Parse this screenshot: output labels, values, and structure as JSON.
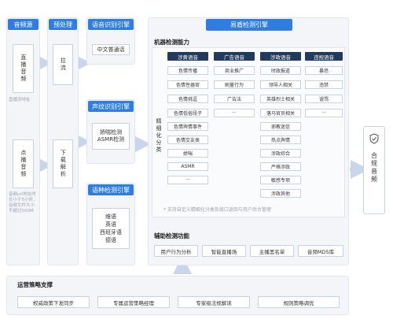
{
  "audio_source": {
    "header": "音频源",
    "live": "直播音频",
    "live_note": "直播流地址",
    "vod": "点播音频",
    "vod_note": "音频url地址时长小于5小时，音频文件大小不超过500M"
  },
  "preprocess": {
    "header": "预处理",
    "pull": "拉流",
    "download": "下载解析"
  },
  "speech_engine": {
    "header": "语音识别引擎",
    "item": "中文普通话"
  },
  "voiceprint_engine": {
    "header": "声纹识别引擎",
    "items": [
      "娇喘检测",
      "ASMR检测"
    ]
  },
  "language_engine": {
    "header": "语种检测引擎",
    "items": [
      "维语",
      "英语",
      "西班牙语",
      "德语"
    ]
  },
  "yidun": {
    "header": "易盾检测引擎",
    "model_title": "机器检测能力",
    "fine_label": "精细化分类",
    "columns": [
      {
        "title": "涉黄语音",
        "items": [
          "色情传播",
          "色情性器官",
          "色情挑逗",
          "色情低俗段子",
          "色情舆情事件",
          "色情交友类",
          "娇喘",
          "ASMR",
          "···"
        ]
      },
      {
        "title": "广告语音",
        "items": [
          "商业推广",
          "刷量行为",
          "广告法",
          "···"
        ]
      },
      {
        "title": "涉政语音",
        "items": [
          "时政报道",
          "领导人相关",
          "英雄烈士相关",
          "落马官员相关",
          "邪教迷信",
          "热点舆情",
          "涉政综合",
          "严格涉政",
          "敏感专项",
          "涉政其他"
        ]
      },
      {
        "title": "违规语音",
        "items": [
          "暴恐",
          "违禁",
          "谩骂",
          "···"
        ]
      }
    ],
    "support_note": "* 支持自定义精细化分类及接口返回与用户后台管理",
    "aux_title": "辅助检测功能",
    "aux_items": [
      "用户行为分析",
      "智能直播场",
      "主播黑名单",
      "音频MD5库"
    ]
  },
  "ops": {
    "title": "运营策略支撑",
    "items": [
      "权威政策下发同步",
      "专属运营策略经理",
      "专家级法规解读",
      "规则策略调优"
    ]
  },
  "result": {
    "label": "合规音频",
    "icon": "shield-check-icon"
  }
}
